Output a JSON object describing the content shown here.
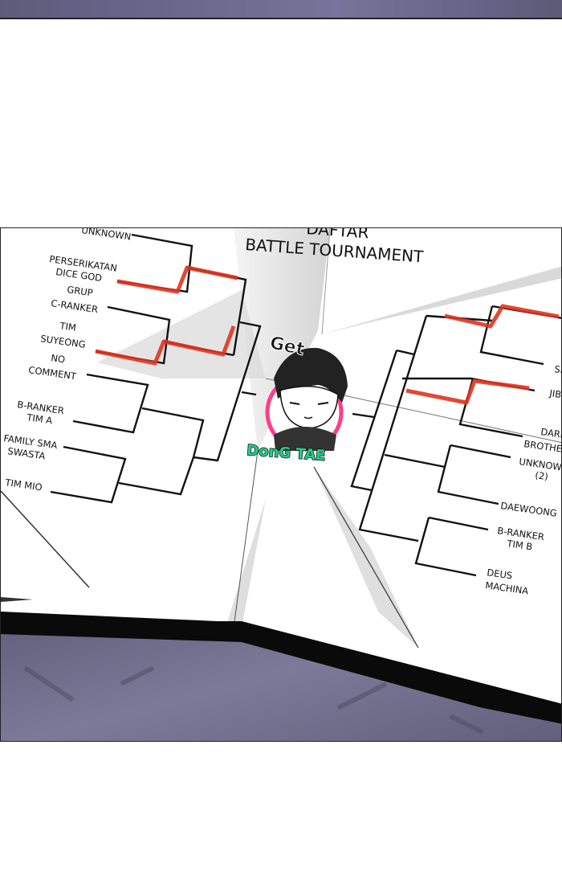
{
  "panel": {
    "title_top": "DAFTAR",
    "title": "BATTLE TOURNAMENT",
    "sfx": "Get",
    "character_name": "DonG TAE",
    "left_teams": [
      [
        "UNKNOWN"
      ],
      [
        "PERSERIKATAN",
        "DICE GOD"
      ],
      [
        "GRUP",
        "C-RANKER"
      ],
      [
        "TIM",
        "SUYEONG"
      ],
      [
        "NO",
        "COMMENT"
      ],
      [
        "B-RANKER",
        "TIM A"
      ],
      [
        "FAMILY SMA",
        "SWASTA"
      ],
      [
        "TIM MIO"
      ]
    ],
    "right_teams": [
      [
        "SI"
      ],
      [
        "JIB"
      ],
      [
        "DARK",
        "BROTHE"
      ],
      [
        "UNKNOW",
        "(2)"
      ],
      [
        "DAEWOONG"
      ],
      [
        "B-RANKER",
        "TIM B"
      ],
      [
        "DEUS",
        "MACHINA"
      ]
    ],
    "colors": {
      "highlight": "#e0341f",
      "name_green": "#1fd08a",
      "ring_pink": "#ff3d8a",
      "floor": "#6e6a88"
    }
  }
}
